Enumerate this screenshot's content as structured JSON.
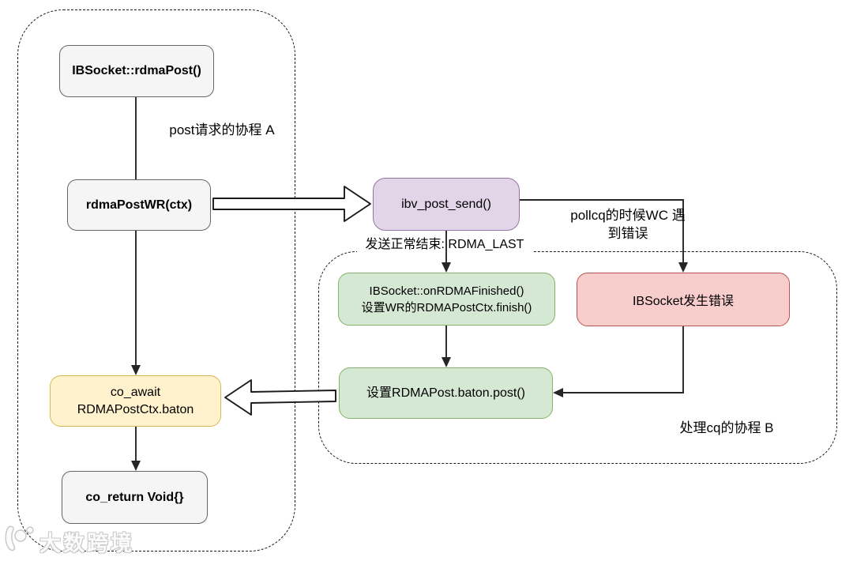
{
  "groups": {
    "a": {
      "label": "post请求的协程 A"
    },
    "b": {
      "label": "处理cq的协程 B"
    }
  },
  "nodes": {
    "rdma_post": "IBSocket::rdmaPost()",
    "rdma_post_wr": "rdmaPostWR(ctx)",
    "ibv_post_send": "ibv_post_send()",
    "on_rdma_finished_line1": "IBSocket::onRDMAFinished()",
    "on_rdma_finished_line2": "设置WR的RDMAPostCtx.finish()",
    "ibsocket_error": "IBSocket发生错误",
    "set_baton_post": "设置RDMAPost.baton.post()",
    "co_await_line1": "co_await",
    "co_await_line2": "RDMAPostCtx.baton",
    "co_return": "co_return Void{}"
  },
  "edges": {
    "normal_finish_label": "发送正常结束: RDMA_LAST",
    "pollcq_label_line1": "pollcq的时候WC",
    "pollcq_label_line2": "遇到错误"
  },
  "colors": {
    "gray_fill": "#f5f5f5",
    "gray_border": "#666666",
    "purple_fill": "#e1d5e7",
    "purple_border": "#9673a6",
    "green_fill": "#d5e8d4",
    "green_border": "#82b366",
    "red_fill": "#f8cecc",
    "red_border": "#b85450",
    "yellow_fill": "#fff2cc",
    "yellow_border": "#d6b656",
    "edge_stroke": "#262626"
  },
  "watermark": {
    "text": "大数跨境"
  }
}
